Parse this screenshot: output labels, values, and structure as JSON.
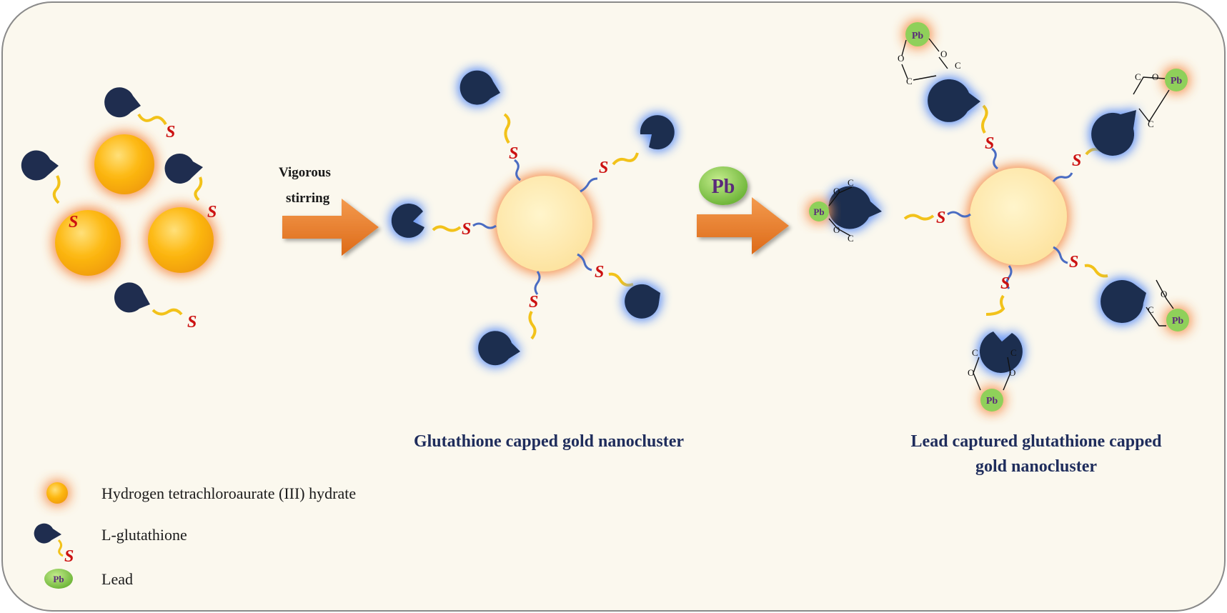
{
  "figure": {
    "step1_label_line1": "Vigorous",
    "step1_label_line2": "stirring",
    "step2_reagent": "Pb",
    "caption_middle": "Glutathione  capped gold nanocluster",
    "caption_right_line1": "Lead captured glutathione  capped",
    "caption_right_line2": "gold nanocluster",
    "sulfur_symbol": "S",
    "oxygen_symbol": "O",
    "carbon_symbol": "C",
    "lead_symbol": "Pb"
  },
  "legend": {
    "items": [
      {
        "icon": "gold-precursor-sphere-icon",
        "label": "Hydrogen  tetrachloroaurate (III) hydrate"
      },
      {
        "icon": "glutathione-pacman-icon",
        "label": "L-glutathione"
      },
      {
        "icon": "lead-ion-icon",
        "label": "Lead"
      }
    ]
  },
  "colors": {
    "panel_bg": "#fbf8ee",
    "panel_border": "#8a8a8a",
    "gold": "#fdb913",
    "gold_glow": "#f7a66b",
    "nanocluster_core": "#fde9a8",
    "ligand_dark": "#1f2d4f",
    "ligand_glow": "#5b8cf0",
    "tether_yellow": "#f2c21a",
    "tether_blue": "#4a6cc2",
    "sulfur": "#cc1111",
    "arrow": "#ec7f2a",
    "lead_green": "#7cc242",
    "caption_navy": "#1f2d5c"
  }
}
